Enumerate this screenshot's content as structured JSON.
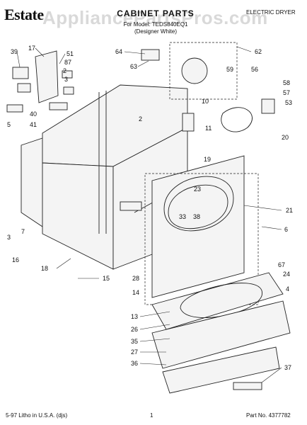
{
  "header": {
    "brand": "Estate",
    "watermark": "AppliancePartsPros.com",
    "title": "CABINET PARTS",
    "model_line": "For Model: TEDS840EQ1",
    "designer_line": "(Designer White)",
    "product_type": "ELECTRIC DRYER"
  },
  "footer": {
    "left": "5-97 Litho in U.S.A. (djs)",
    "page": "1",
    "part_no": "Part No. 4377782"
  },
  "callouts": [
    "17",
    "39",
    "51",
    "87",
    "2",
    "3",
    "40",
    "41",
    "5",
    "64",
    "63",
    "62",
    "59",
    "56",
    "58",
    "57",
    "53",
    "10",
    "11",
    "20",
    "19",
    "21",
    "6",
    "23",
    "33",
    "38",
    "7",
    "3",
    "16",
    "18",
    "15",
    "14",
    "28",
    "67",
    "24",
    "4",
    "13",
    "26",
    "35",
    "27",
    "36",
    "37"
  ]
}
